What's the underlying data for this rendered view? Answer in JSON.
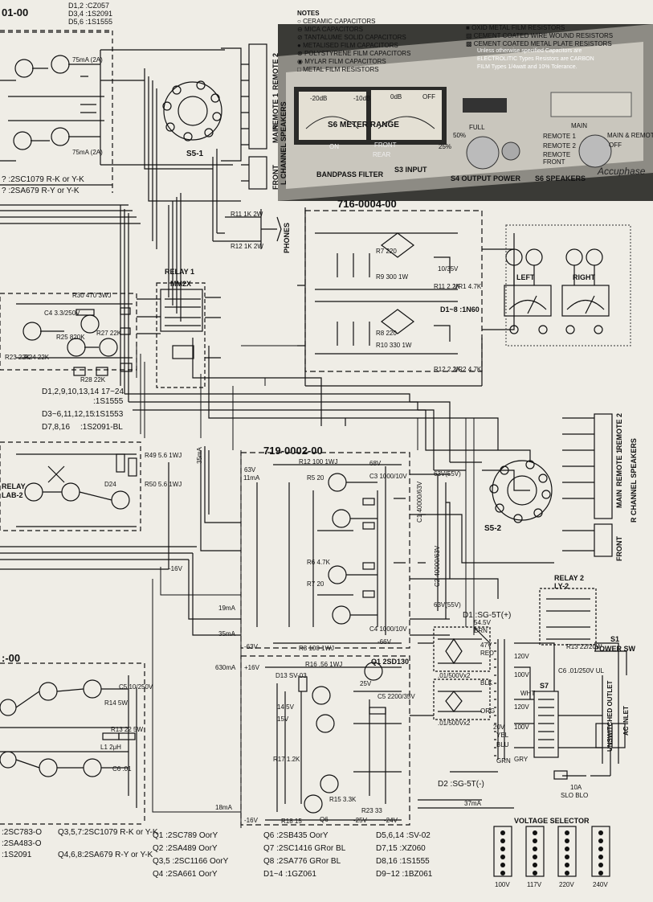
{
  "title_fragment": "01-00",
  "top_left_diodes": {
    "d12": "D1,2 :CZ057",
    "d34": "D3,4 :1S2091",
    "d56": "D5,6 :1S1555"
  },
  "top_left_transistors": {
    "a": "? :2SC1079 R-K or Y-K",
    "b": "? :2SA679 R-Y or Y-K"
  },
  "notes": {
    "heading": "NOTES",
    "left": [
      "CERAMIC CAPACITORS",
      "MICA CAPACITORS",
      "TANTALUME SOLID CAPACITORS",
      "METALISED FILM CAPACITORS",
      "POLYSTYRENE FILM CAPACITORS",
      "MYLAR FILM CAPACITORS",
      "METAL FILM RESISTORS"
    ],
    "right": [
      "OXID METAL FILM RESISTORS",
      "CEMENT COATED WIRE WOUND RESISTORS",
      "CEMENT COATED METAL PLATE RESISTORS",
      "Unless otherwise specified Capacitors are",
      "ELECTROLITIC Types Resistors are CARBON",
      "FILM Types 1/4watt and 10% Tolerance."
    ]
  },
  "front_panel": {
    "meter_left": "-20dB",
    "meter_mid": "-10dB",
    "meter_0db": "0dB",
    "meter_off": "OFF",
    "meter_range": "S6 METER RANGE",
    "full": "FULL",
    "pct50": "50%",
    "pct25": "25%",
    "remote1": "REMOTE 1",
    "remote2": "REMOTE 2",
    "main": "MAIN",
    "main_remote": "MAIN & REMOTE",
    "off": "OFF",
    "remote_front": "REMOTE FRONT",
    "on": "ON",
    "front": "FRONT",
    "rear": "REAR",
    "s3_input": "S3 INPUT",
    "s4_output": "S4 OUTPUT POWER",
    "s6_speakers": "S6 SPEAKERS",
    "bandpass": "BANDPASS FILTER",
    "brand": "Accuphase"
  },
  "speaker_terminals_top": {
    "remote2": "REMOTE 2",
    "remote1": "REMOTE 1",
    "main": "MAIN",
    "channel": "L CHANNEL SPEAKERS",
    "front": "FRONT"
  },
  "switch_top": "S5-1",
  "phones": {
    "label": "PHONES",
    "r11": "R11 1K 2W",
    "r12": "R12 1K 2W"
  },
  "relay1": {
    "title": "RELAY 1",
    "model": "MM2X"
  },
  "pcb_meter": {
    "title": "716-0004-00",
    "d_note": "D1~8 :1N60",
    "r7": "R7 220",
    "r8": "R8 220",
    "r9": "R9 300 1W",
    "r10": "R10 330 1W",
    "r11": "R11 2.2K",
    "r12": "R12 2.2K",
    "vr1": "VR1 4.7K",
    "vr2": "VR2 4.7K",
    "c": "10/35V"
  },
  "meters": {
    "left": "LEFT",
    "right": "RIGHT"
  },
  "protect": {
    "r30": "R30 470 3WJ",
    "c4": "C4 3.3/250V",
    "r25": "R25 820K",
    "r27": "R27 22K",
    "r28": "R28 22K",
    "r24": "R24 22K",
    "r23": "R23 22K"
  },
  "diode_notes": {
    "a": "D1,2,9,10,13,14 17~24",
    "a_val": ":1S1555",
    "b": "D3~6,11,12,15",
    "b_val": ":1S1553",
    "c": "D7,8,16",
    "c_val": ":1S2091-BL"
  },
  "relay_lab": {
    "name": "RELAY LAB-2",
    "r49": "R49 5.6 1WJ",
    "r50": "R50 5.6 1WJ",
    "d24": "D24"
  },
  "pcb_main": {
    "title": "719-0002-00",
    "r12": "R12 100 1WJ",
    "r3": "R3 100 1WJ",
    "r5": "R5 20",
    "r7": "R7 20",
    "r6": "R6 4.7K",
    "c3": "C3 1000/10V",
    "c4": "C4 1000/10V",
    "c1": "C1 40000/63V",
    "c2": "C2 40000/63V",
    "v63a": "63V(55V)",
    "v63b": "63V(55V)",
    "v68": "68V",
    "v66": "-66V"
  },
  "currents": {
    "i35a": "35mA",
    "i11": "11mA",
    "i19": "19mA",
    "i35b": "35mA",
    "i630": "630mA",
    "i18": "18mA",
    "i37": "37mA",
    "i75a": "75mA (2A)",
    "i75b": "75mA (2A)"
  },
  "rails": {
    "p63v": "63V",
    "m63v": "-63V",
    "m16v": "-16V",
    "p16v": "+16V",
    "p25v": "25V",
    "m25v": "-25V",
    "m24v": "-24V",
    "p15v": "15V",
    "p14v": "14.5V"
  },
  "driver": {
    "title": ":-00",
    "q_notes": [
      ":2SC783-O",
      ":2SA483-O",
      ":1S2091"
    ],
    "q357": "Q3,5,7:2SC1079 R-K or Y-K",
    "q468": "Q4,6,8:2SA679 R-Y or Y-K",
    "r14": "R14 5W",
    "c5": "C5 10/250V",
    "r13": "R13 22 5W",
    "l1": "L1 2μH",
    "c6": "C6 .01"
  },
  "reg": {
    "d13": "D13 SV-03",
    "r16": "R16 .56 1WJ",
    "q1": "Q1 2SD130",
    "c5": "C5 2200/35V",
    "r23": "R23 33",
    "r18": "R18 15",
    "r17": "R17 1.2K",
    "r15": "R15 3.3K",
    "q6": "Q6"
  },
  "power": {
    "d1": "D1 :SG-5T(+)",
    "d2": "D2 :SG-5T(-)",
    "relay2": "RELAY 2",
    "relay2_model": "LY-2",
    "s1": "S1",
    "power_sw": "POWER SW",
    "r13": "R13 22/20W",
    "c6": "C6 .01/250V UL",
    "s7": "S7",
    "v120": "120V",
    "v100": "100V",
    "unswitched": "UNSWITCHED OUTLET",
    "ac_inlet": "AC INLET",
    "fuse": "10A",
    "slo_blo": "SLO BLO",
    "brn": "BRN",
    "red": "RED",
    "blk": "BLK",
    "org": "ORG",
    "yel": "YEL",
    "blu": "BLU",
    "grn": "GRN",
    "gry": "GRY",
    "wht": "WHT",
    "v545": "54.5V",
    "v47": "47V",
    "v20": "20V",
    "cap": ".01/500Vx2"
  },
  "switch_bottom": "S5-2",
  "speaker_terminals_bottom": {
    "remote2": "REMOTE 2",
    "remote1": "REMOTE 1",
    "main": "MAIN",
    "channel": "R CHANNEL SPEAKERS",
    "front": "FRONT"
  },
  "voltage_selector": {
    "title": "VOLTAGE SELECTOR",
    "v100": "100V",
    "v117": "117V",
    "v220": "220V",
    "v240": "240V"
  },
  "parts_list": {
    "col1": [
      "Q1 :2SC789 OorY",
      "Q2 :2SA489 OorY",
      "Q3,5 :2SC1166 OorY",
      "Q4 :2SA661 OorY"
    ],
    "col2": [
      "Q6 :2SB435 OorY",
      "Q7 :2SC1416 GRor BL",
      "Q8 :2SA776 GRor BL",
      "D1~4 :1GZ061"
    ],
    "col3": [
      "D5,6,14 :SV-02",
      "D7,15 :XZ060",
      "D8,16 :1S1555",
      "D9~12 :1BZ061"
    ]
  }
}
